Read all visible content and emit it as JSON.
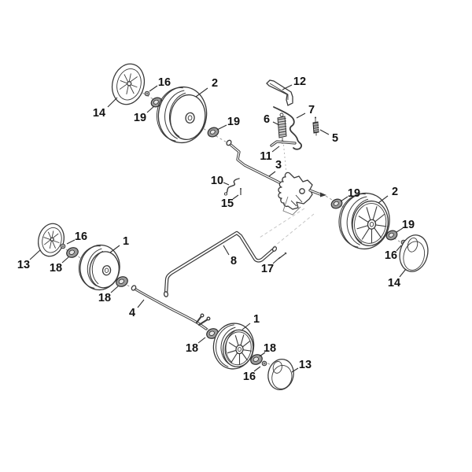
{
  "diagram": {
    "kind": "exploded-parts-diagram",
    "subject": "mower chassis wheels and height adjustment assembly",
    "background_color": "#ffffff",
    "line_color": "#3a3a3a",
    "label_color": "#121212",
    "part_numbers_visible": [
      "1",
      "2",
      "3",
      "4",
      "5",
      "6",
      "7",
      "8",
      "10",
      "11",
      "12",
      "13",
      "14",
      "15",
      "16",
      "17",
      "18",
      "19"
    ],
    "callouts": [
      {
        "text": "14"
      },
      {
        "text": "16"
      },
      {
        "text": "19"
      },
      {
        "text": "2"
      },
      {
        "text": "19"
      },
      {
        "text": "12"
      },
      {
        "text": "7"
      },
      {
        "text": "6"
      },
      {
        "text": "5"
      },
      {
        "text": "11"
      },
      {
        "text": "3"
      },
      {
        "text": "10"
      },
      {
        "text": "15"
      },
      {
        "text": "19"
      },
      {
        "text": "2"
      },
      {
        "text": "19"
      },
      {
        "text": "16"
      },
      {
        "text": "14"
      },
      {
        "text": "13"
      },
      {
        "text": "16"
      },
      {
        "text": "18"
      },
      {
        "text": "1"
      },
      {
        "text": "18"
      },
      {
        "text": "4"
      },
      {
        "text": "8"
      },
      {
        "text": "17"
      },
      {
        "text": "1"
      },
      {
        "text": "18"
      },
      {
        "text": "18"
      },
      {
        "text": "16"
      },
      {
        "text": "13"
      }
    ]
  }
}
